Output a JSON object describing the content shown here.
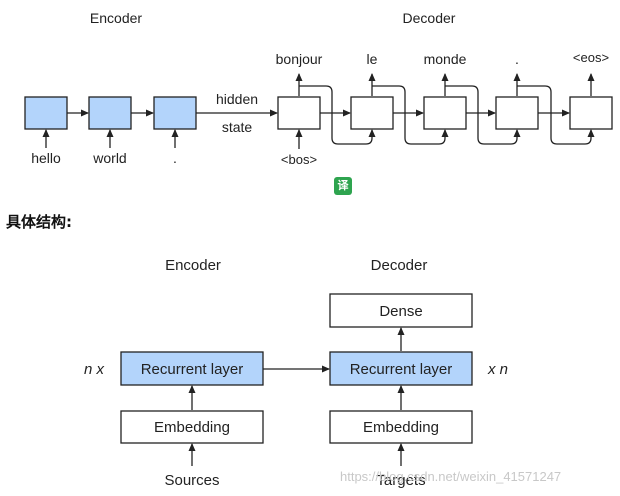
{
  "top_diagram": {
    "encoder_title": "Encoder",
    "decoder_title": "Decoder",
    "encoder_inputs": [
      "hello",
      "world",
      "."
    ],
    "hidden_label": "hidden",
    "state_label": "state",
    "decoder_input": "<bos>",
    "decoder_outputs": [
      "bonjour",
      "le",
      "monde",
      ".",
      "<eos>"
    ],
    "encoder_cell_color": "#b3d4fb"
  },
  "translate_button": {
    "label": "译"
  },
  "section_heading": "具体结构:",
  "bottom_diagram": {
    "encoder_title": "Encoder",
    "decoder_title": "Decoder",
    "enc_recurrent": "Recurrent layer",
    "enc_embedding": "Embedding",
    "enc_multiplier": "n x",
    "sources": "Sources",
    "dec_dense": "Dense",
    "dec_recurrent": "Recurrent layer",
    "dec_embedding": "Embedding",
    "dec_multiplier": "x n",
    "targets": "Targets",
    "recurrent_color": "#b3d4fb"
  },
  "watermark": "https://blog.csdn.net/weixin_41571247"
}
